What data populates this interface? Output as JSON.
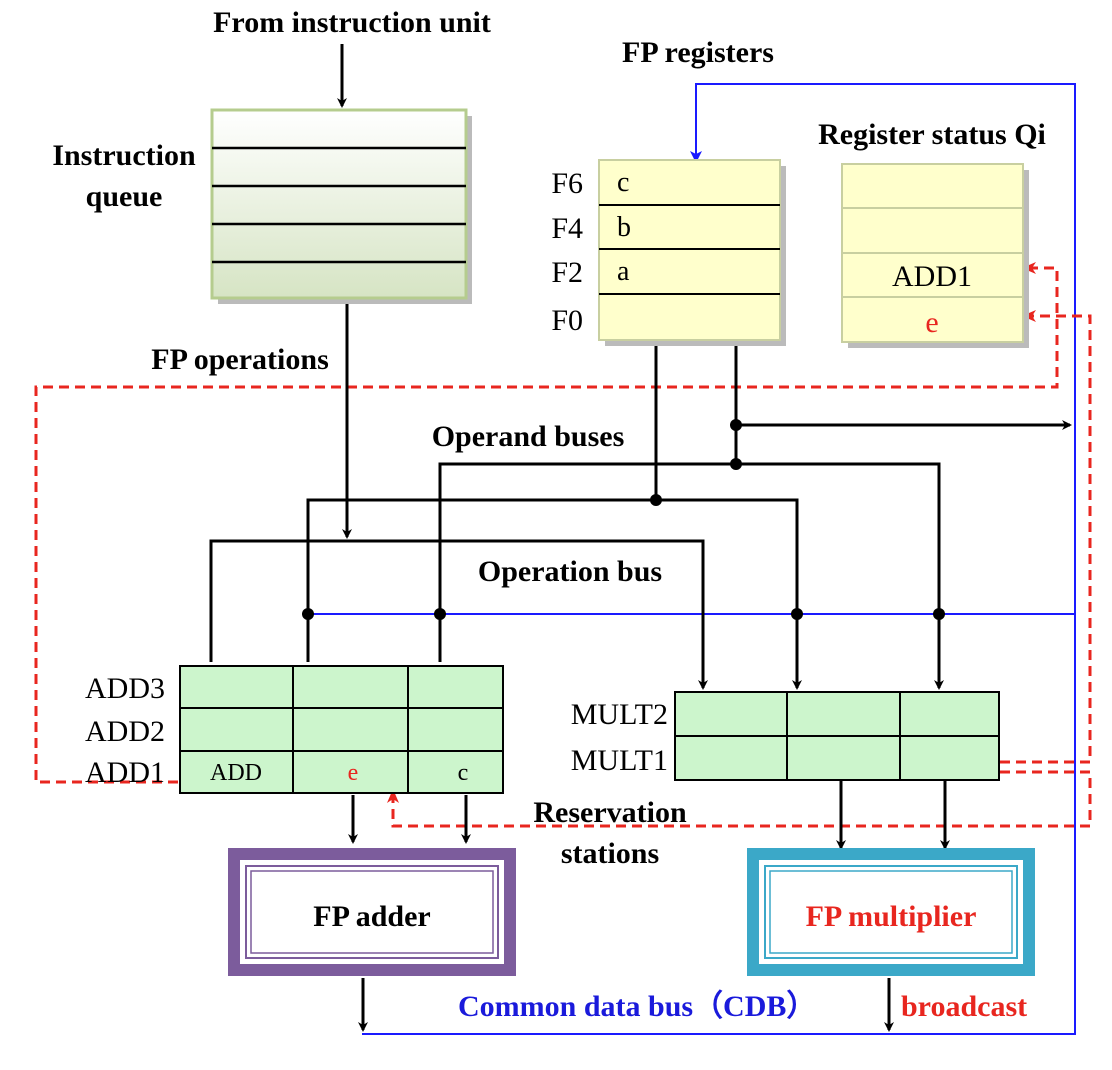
{
  "colors": {
    "bus_blue": "#1a1aff",
    "cdb_text_blue": "#1a1adb",
    "red": "#e8261f",
    "green_cell": "#ccf5cc",
    "yellow_cell": "#ffffcc",
    "queue_top": "#ffffff",
    "queue_bottom": "#d6e4c4",
    "adder_frame": "#7c5c9c",
    "multiplier_frame": "#3ba8c8"
  },
  "labels": {
    "from_instruction_unit": "From instruction unit",
    "fp_registers": "FP registers",
    "register_status": "Register status Qi",
    "instruction_queue_line1": "Instruction",
    "instruction_queue_line2": "queue",
    "fp_operations": "FP operations",
    "operand_buses": "Operand buses",
    "operation_bus": "Operation bus",
    "reservation_line1": "Reservation",
    "reservation_line2": "stations",
    "fp_adder": "FP adder",
    "fp_multiplier": "FP multiplier",
    "cdb": "Common data bus（CDB）",
    "broadcast": "broadcast"
  },
  "fp_registers": [
    {
      "name": "F6",
      "value": "c"
    },
    {
      "name": "F4",
      "value": "b"
    },
    {
      "name": "F2",
      "value": "a"
    },
    {
      "name": "F0",
      "value": ""
    }
  ],
  "register_status": [
    "",
    "",
    "ADD1",
    "e"
  ],
  "add_stations": [
    {
      "name": "ADD3",
      "op": "",
      "src1": "",
      "src2": ""
    },
    {
      "name": "ADD2",
      "op": "",
      "src1": "",
      "src2": ""
    },
    {
      "name": "ADD1",
      "op": "ADD",
      "src1": "e",
      "src2": "c"
    }
  ],
  "mult_stations": [
    {
      "name": "MULT2",
      "op": "",
      "src1": "",
      "src2": ""
    },
    {
      "name": "MULT1",
      "op": "",
      "src1": "",
      "src2": ""
    }
  ]
}
